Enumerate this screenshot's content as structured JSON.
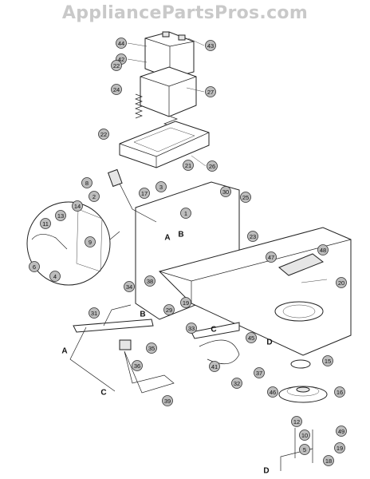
{
  "watermark": "AppliancePartsPros.com",
  "callouts": [
    "44",
    "42",
    "43",
    "22",
    "24",
    "27",
    "22",
    "26",
    "8",
    "21",
    "2",
    "17",
    "3",
    "30",
    "25",
    "1",
    "11",
    "13",
    "14",
    "9",
    "6",
    "4",
    "34",
    "23",
    "47",
    "48",
    "38",
    "20",
    "31",
    "19",
    "29",
    "33",
    "35",
    "45",
    "41",
    "37",
    "15",
    "36",
    "39",
    "32",
    "46",
    "16",
    "12",
    "10",
    "49",
    "5",
    "19",
    "18"
  ],
  "letters": [
    "A",
    "B",
    "A",
    "B",
    "C",
    "D",
    "C",
    "D"
  ]
}
